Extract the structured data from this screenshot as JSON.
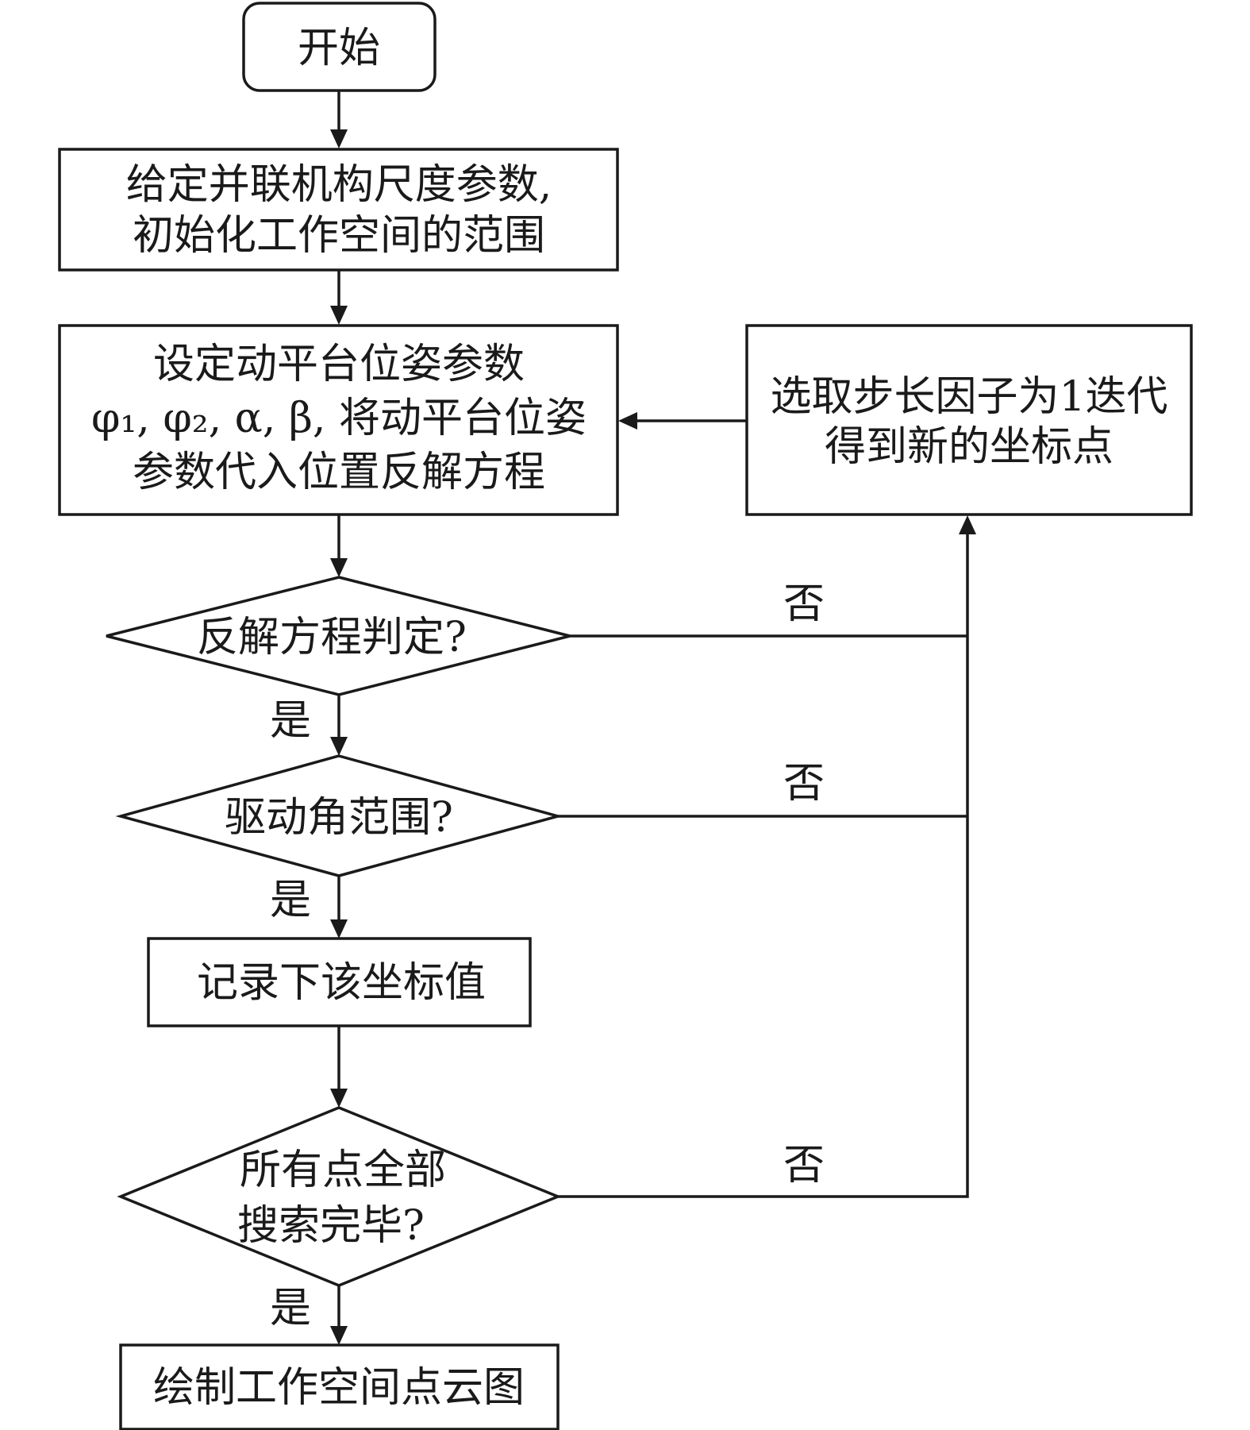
{
  "flowchart": {
    "start": "开始",
    "init": {
      "line1": "给定并联机构尺度参数,",
      "line2": "初始化工作空间的范围"
    },
    "set_pose": {
      "line1": "设定动平台位姿参数",
      "line2": "φ₁, φ₂, α, β, 将动平台位姿",
      "line3": "参数代入位置反解方程"
    },
    "iterate": {
      "line1": "选取步长因子为1迭代",
      "line2": "得到新的坐标点"
    },
    "decision_inverse": "反解方程判定?",
    "decision_drive": "驱动角范围?",
    "record": "记录下该坐标值",
    "decision_all": {
      "line1": "所有点全部",
      "line2": "搜索完毕?"
    },
    "draw": "绘制工作空间点云图",
    "edge_labels": {
      "yes": "是",
      "no": "否"
    }
  }
}
